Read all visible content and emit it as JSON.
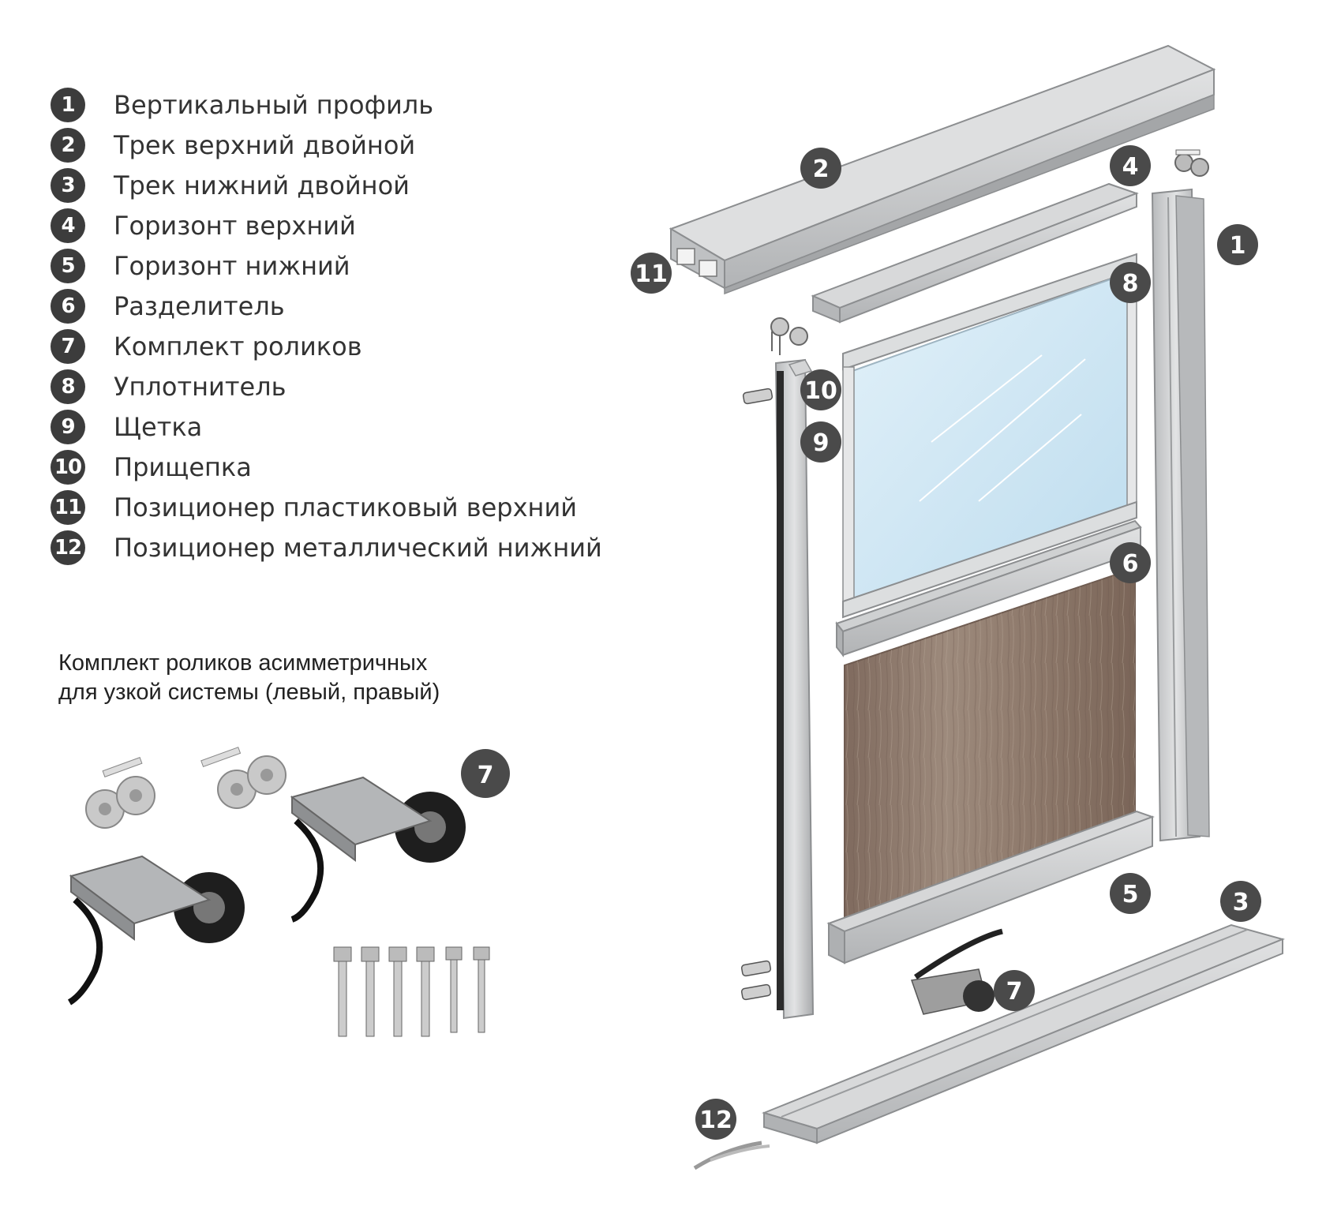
{
  "legend": [
    {
      "num": "1",
      "label": "Вертикальный профиль"
    },
    {
      "num": "2",
      "label": "Трек верхний двойной"
    },
    {
      "num": "3",
      "label": "Трек нижний двойной"
    },
    {
      "num": "4",
      "label": "Горизонт верхний"
    },
    {
      "num": "5",
      "label": "Горизонт нижний"
    },
    {
      "num": "6",
      "label": "Разделитель"
    },
    {
      "num": "7",
      "label": "Комплект роликов"
    },
    {
      "num": "8",
      "label": "Уплотнитель"
    },
    {
      "num": "9",
      "label": "Щетка"
    },
    {
      "num": "10",
      "label": "Прищепка"
    },
    {
      "num": "11",
      "label": "Позиционер пластиковый верхний"
    },
    {
      "num": "12",
      "label": "Позиционер металлический нижний"
    }
  ],
  "kit_caption": {
    "line1": "Комплект роликов асимметричных",
    "line2": "для узкой системы (левый, правый)"
  },
  "callouts": {
    "c1": "1",
    "c2": "2",
    "c3": "3",
    "c4": "4",
    "c5": "5",
    "c6": "6",
    "c7_kit": "7",
    "c7_door": "7",
    "c8": "8",
    "c9": "9",
    "c10": "10",
    "c11": "11",
    "c12": "12"
  },
  "colors": {
    "callout_bg": "#4a4a4a",
    "aluminum": "#c9cbcd",
    "glass": "#cfe6f3",
    "wood": "#8f7a6c"
  }
}
